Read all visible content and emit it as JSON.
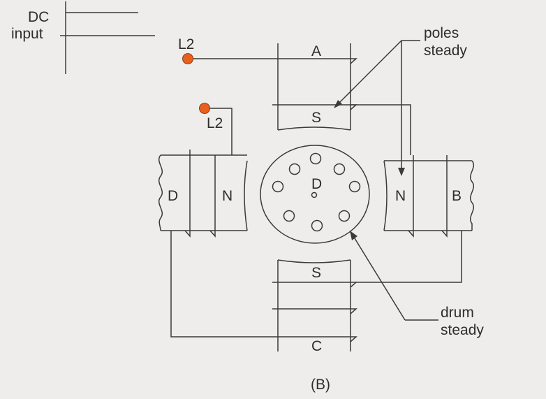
{
  "labels": {
    "dc": "DC",
    "input": "input",
    "l2_top": "L2",
    "l2_left": "L2",
    "pole_a": "A",
    "pole_b": "B",
    "pole_c": "C",
    "pole_d": "D",
    "face_top": "S",
    "face_bottom": "S",
    "face_left": "N",
    "face_right": "N",
    "drum": "D",
    "poles_line1": "poles",
    "poles_line2": "steady",
    "drum_line1": "drum",
    "drum_line2": "steady",
    "caption": "(B)"
  },
  "colors": {
    "terminal": "#e8601c",
    "line": "#3a3a3a",
    "text": "#2d2d2d",
    "background": "#eeedeb"
  }
}
